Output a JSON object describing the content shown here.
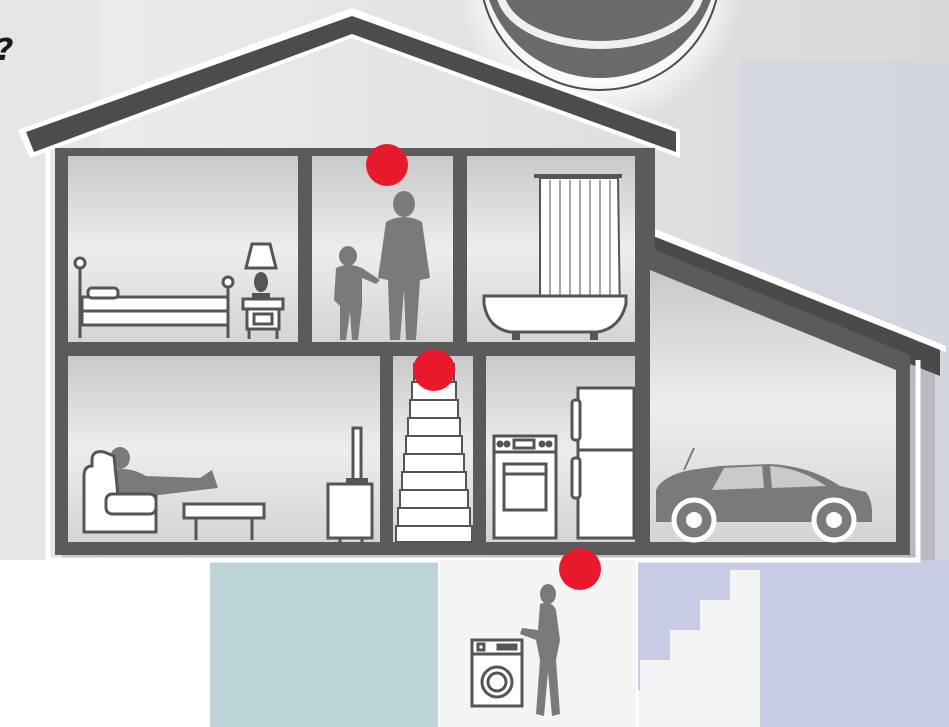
{
  "edge_text": "?",
  "colors": {
    "wall": "#5b5b5b",
    "roof_edge": "#4a4a4a",
    "room_bg": "#d9d9d9",
    "room_bg_light": "#f2f2f2",
    "silhouette": "#7a7a7a",
    "furniture_outline": "#555555",
    "marker": "#e8192c",
    "backdrop_light": "#dcdcdc",
    "backdrop_teal": "#b9d1d6",
    "backdrop_lavender": "#c6c9e4"
  },
  "rooms": [
    {
      "id": "bedroom",
      "scene": "bed-and-lamp"
    },
    {
      "id": "hallway-upstairs",
      "scene": "adult-and-child"
    },
    {
      "id": "bathroom",
      "scene": "bathtub-and-curtain"
    },
    {
      "id": "living-room",
      "scene": "person-on-armchair-tv"
    },
    {
      "id": "staircase",
      "scene": "stairs"
    },
    {
      "id": "kitchen",
      "scene": "stove-and-fridge"
    },
    {
      "id": "garage",
      "scene": "car"
    },
    {
      "id": "basement",
      "scene": "woman-and-washing-machine"
    }
  ],
  "markers": [
    {
      "room": "hallway-upstairs"
    },
    {
      "room": "staircase"
    },
    {
      "room": "basement"
    }
  ],
  "icons": [
    "detector-disc",
    "bed-icon",
    "lamp-icon",
    "nightstand-icon",
    "adult-silhouette-icon",
    "child-silhouette-icon",
    "bathtub-icon",
    "shower-curtain-icon",
    "armchair-person-icon",
    "coffee-table-icon",
    "tv-icon",
    "stairs-icon",
    "stove-icon",
    "fridge-icon",
    "car-icon",
    "washing-machine-icon",
    "woman-silhouette-icon"
  ]
}
